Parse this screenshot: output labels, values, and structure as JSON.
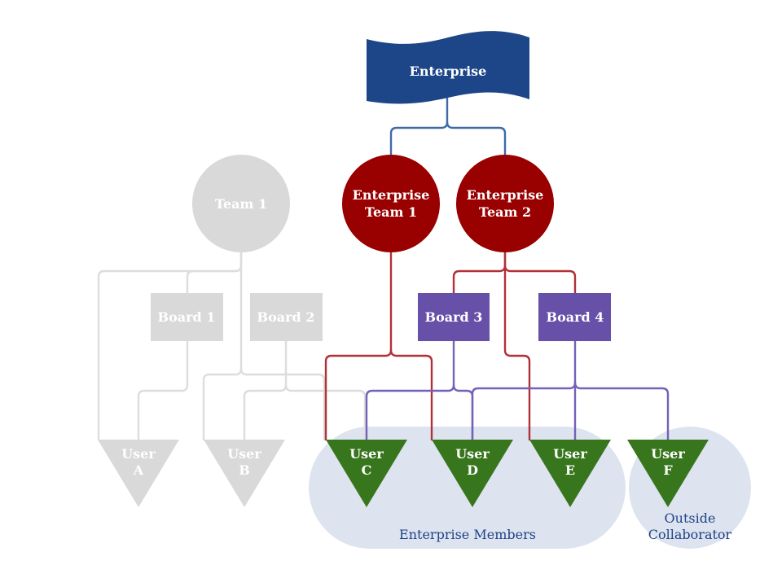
{
  "colors": {
    "enterprise": "#1d4688",
    "enterprise_edge": "#3f6aa6",
    "enterprise_team": "#990000",
    "enterprise_team_edge": "#b13137",
    "board": "#6750a8",
    "board_edge": "#7461b8",
    "user": "#38761d",
    "inactive": "#d9d9d9",
    "inactive_edge": "#dddddd",
    "group_bg": "#dde3ef",
    "group_text": "#1e4488"
  },
  "nodes": {
    "enterprise": {
      "label": "Enterprise"
    },
    "team1": {
      "label": "Team 1"
    },
    "ent_team1": {
      "line1": "Enterprise",
      "line2": "Team 1"
    },
    "ent_team2": {
      "line1": "Enterprise",
      "line2": "Team 2"
    },
    "board1": {
      "label": "Board 1"
    },
    "board2": {
      "label": "Board 2"
    },
    "board3": {
      "label": "Board 3"
    },
    "board4": {
      "label": "Board 4"
    },
    "users": [
      {
        "line1": "User",
        "line2": "A",
        "status": "inactive"
      },
      {
        "line1": "User",
        "line2": "B",
        "status": "inactive"
      },
      {
        "line1": "User",
        "line2": "C",
        "status": "active"
      },
      {
        "line1": "User",
        "line2": "D",
        "status": "active"
      },
      {
        "line1": "User",
        "line2": "E",
        "status": "active"
      },
      {
        "line1": "User",
        "line2": "F",
        "status": "active"
      }
    ]
  },
  "groups": {
    "enterprise_members": {
      "label": "Enterprise Members"
    },
    "outside_collaborator": {
      "line1": "Outside",
      "line2": "Collaborator"
    }
  }
}
